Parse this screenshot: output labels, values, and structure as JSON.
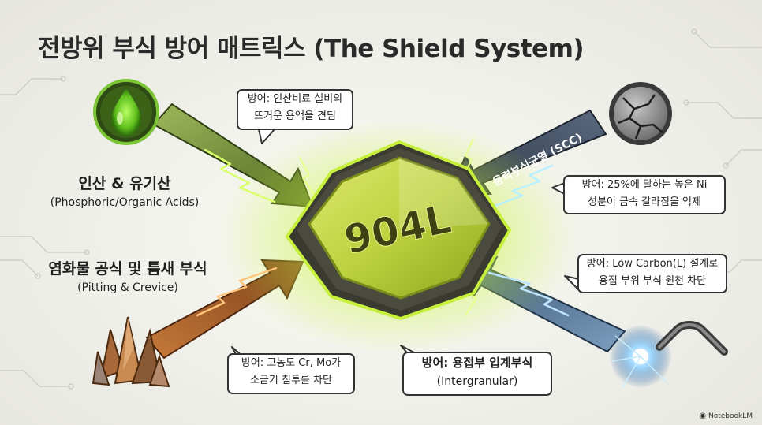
{
  "title": "전방위 부식 방어 매트릭스 (The Shield System)",
  "shield_text": "904L",
  "bubbles": {
    "acid": {
      "line1": "방어: 인산비료 설비의",
      "line2": "뜨거운 용액을 견딤"
    },
    "scc": {
      "line1": "방어: 25%에 달하는 높은 Ni",
      "line2": "성분이 금속 갈라짐을 억제"
    },
    "lowcarbon": {
      "line1": "방어: Low Carbon(L) 설계로",
      "line2": "용접 부위 부식 원천 차단"
    },
    "chloride": {
      "line1": "방어: 고농도 Cr, Mo가",
      "line2": "소금기 침투를 차단"
    },
    "intergranular": {
      "line1": "방어: 용접부 입계부식",
      "line2": "(Intergranular)"
    }
  },
  "labels": {
    "acid": {
      "main": "인산 & 유기산",
      "sub": "(Phosphoric/Organic Acids)"
    },
    "chloride": {
      "main": "염화물 공식 및 틈새 부식",
      "sub": "(Pitting & Crevice)"
    }
  },
  "scc_arrow_label": "응력부식균열 (SCC)",
  "watermark": "NotebookLM",
  "icons": [
    "acid-droplet-icon",
    "cracked-metal-icon",
    "salt-crystal-icon",
    "welding-torch-icon"
  ],
  "colors": {
    "acid_arrow": "#6e8a2a",
    "scc_arrow": "#3d4a5c",
    "chloride_arrow": "#a85c2a",
    "weld_arrow": "#4e6e8e",
    "shield": "#c7d94a",
    "glow": "#c6f03c"
  }
}
